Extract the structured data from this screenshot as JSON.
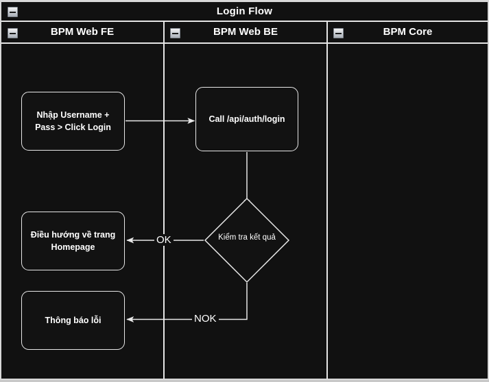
{
  "diagram": {
    "type": "bpmn-swimlane-flowchart",
    "title": "Login Flow",
    "background_color": "#111111",
    "stroke_color": "#e9e9e9",
    "text_color": "#ffffff"
  },
  "pool": {
    "title": "Login Flow",
    "collapse_icon": "minus-box-icon"
  },
  "lanes": [
    {
      "id": "lane-bpm-web-fe",
      "label": "BPM Web FE",
      "collapse_icon": "minus-box-icon"
    },
    {
      "id": "lane-bpm-web-be",
      "label": "BPM Web BE",
      "collapse_icon": "minus-box-icon"
    },
    {
      "id": "lane-bpm-core",
      "label": "BPM Core",
      "collapse_icon": "minus-box-icon"
    }
  ],
  "nodes": [
    {
      "id": "task-input",
      "shape": "rounded-rectangle",
      "lane": "BPM Web FE",
      "label": "Nhập Username + Pass > Click Login"
    },
    {
      "id": "task-call",
      "shape": "rounded-rectangle",
      "lane": "BPM Web BE",
      "label": "Call /api/auth/login"
    },
    {
      "id": "gateway-check",
      "shape": "diamond",
      "lane": "BPM Web BE",
      "label": "Kiểm tra kết quả"
    },
    {
      "id": "task-home",
      "shape": "rounded-rectangle",
      "lane": "BPM Web FE",
      "label": "Điều hướng về trang Homepage"
    },
    {
      "id": "task-error",
      "shape": "rounded-rectangle",
      "lane": "BPM Web FE",
      "label": "Thông báo lỗi"
    }
  ],
  "edges": [
    {
      "id": "edge-input-call",
      "from": "task-input",
      "to": "task-call",
      "label": ""
    },
    {
      "id": "edge-call-gateway",
      "from": "task-call",
      "to": "gateway-check",
      "label": ""
    },
    {
      "id": "edge-gateway-home",
      "from": "gateway-check",
      "to": "task-home",
      "label": "OK"
    },
    {
      "id": "edge-gateway-error",
      "from": "gateway-check",
      "to": "task-error",
      "label": "NOK"
    }
  ]
}
